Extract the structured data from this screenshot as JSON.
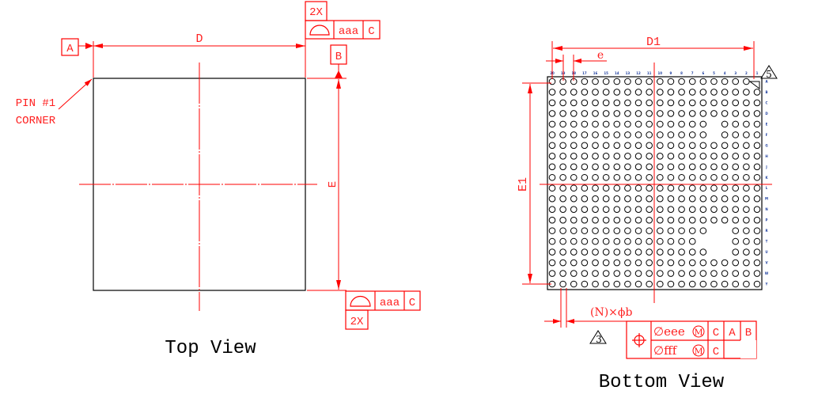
{
  "top_view": {
    "caption": "Top View",
    "dim_width": "D",
    "dim_height": "E",
    "datum_a": "A",
    "datum_b": "B",
    "pin1_line1": "PIN #1",
    "pin1_line2": "CORNER",
    "fcf_top": {
      "multiplier": "2X",
      "symbol": "profile-of-surface",
      "tolerance": "aaa",
      "datum": "C"
    },
    "fcf_bottom": {
      "multiplier": "2X",
      "symbol": "profile-of-surface",
      "tolerance": "aaa",
      "datum": "C"
    }
  },
  "bottom_view": {
    "caption": "Bottom View",
    "dim_width": "D1",
    "dim_height": "E1",
    "pitch": "e",
    "ball_note": "(N)×ϕb",
    "note_flag_corner": "5",
    "note_flag_ball": "3",
    "column_labels": [
      "20",
      "19",
      "18",
      "17",
      "16",
      "15",
      "14",
      "13",
      "12",
      "11",
      "10",
      "9",
      "8",
      "7",
      "6",
      "5",
      "4",
      "3",
      "2",
      "1"
    ],
    "row_labels": [
      "A",
      "B",
      "C",
      "D",
      "E",
      "F",
      "G",
      "H",
      "J",
      "K",
      "L",
      "M",
      "N",
      "P",
      "R",
      "T",
      "U",
      "V",
      "W",
      "Y"
    ],
    "missing_balls": {
      "E": [
        "5"
      ],
      "F": [
        "5"
      ],
      "R": [
        "5",
        "4"
      ],
      "T": [
        "6",
        "5",
        "4"
      ],
      "U": [
        "5",
        "4"
      ]
    },
    "position_fcf": {
      "symbol": "position",
      "row1": {
        "tolerance": "∅eee",
        "modifier": "M",
        "datums": [
          "C",
          "A",
          "B"
        ]
      },
      "row2": {
        "tolerance": "∅fff",
        "modifier": "M",
        "datums": [
          "C"
        ]
      }
    }
  },
  "colors": {
    "dimension": "#ff0000",
    "outline": "#000000"
  }
}
